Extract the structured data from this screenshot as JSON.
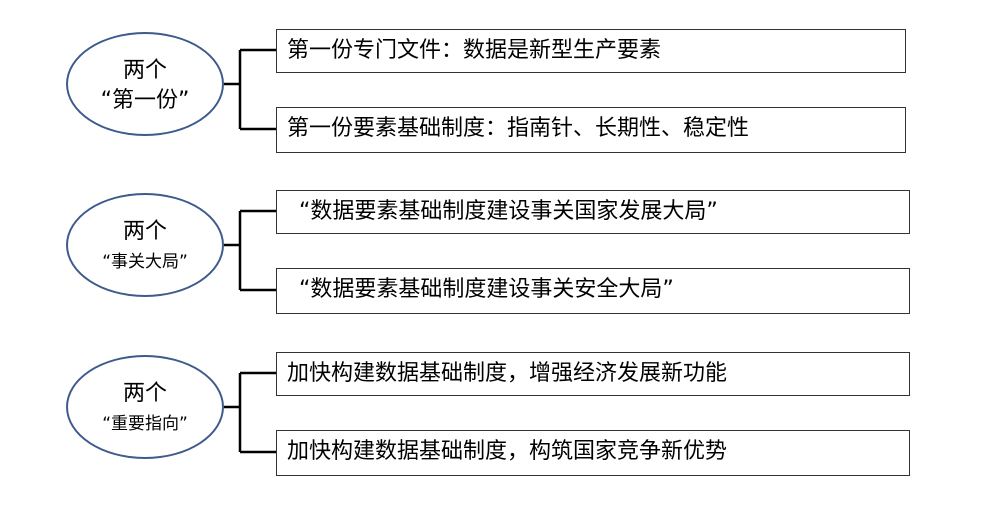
{
  "groups": [
    {
      "circle_line1": "两个",
      "circle_line2": "“第一份”",
      "items": [
        "第一份专门文件：数据是新型生产要素",
        "第一份要素基础制度：指南针、长期性、稳定性"
      ]
    },
    {
      "circle_line1": "两个",
      "circle_line2": "“事关大局”",
      "items": [
        "“数据要素基础制度建设事关国家发展大局”",
        "“数据要素基础制度建设事关安全大局”"
      ]
    },
    {
      "circle_line1": "两个",
      "circle_line2": "“重要指向”",
      "items": [
        "加快构建数据基础制度，增强经济发展新功能",
        "加快构建数据基础制度，构筑国家竞争新优势"
      ]
    }
  ],
  "colors": {
    "ellipse_border": "#3f5a8c",
    "connector": "#000000",
    "box_border": "#333333"
  }
}
